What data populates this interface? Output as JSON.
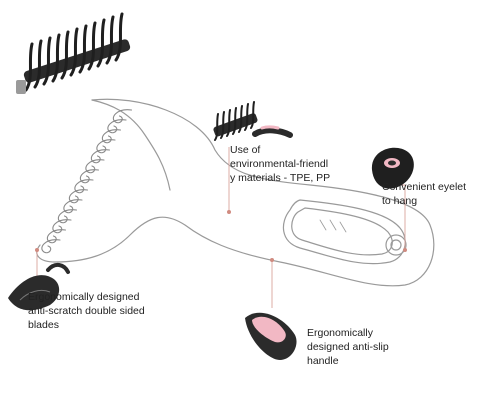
{
  "callouts": {
    "materials": {
      "line1": "Use of",
      "line2": "environmental-friendl",
      "line3": "y materials - TPE, PP"
    },
    "eyelet": {
      "line1": "Convenient eyelet",
      "line2": "to hang"
    },
    "blades": {
      "line1": "Ergonomically designed",
      "line2": "anti-scratch double sided",
      "line3": "blades"
    },
    "handle": {
      "line1": "Ergonomically",
      "line2": "designed anti-slip",
      "line3": "handle"
    }
  },
  "colors": {
    "rubber": "#2b2b2b",
    "pink_accent": "#f2b8c4",
    "sketch_line": "#9a9a9a",
    "leader_line": "#d9a39c"
  },
  "icons": [
    "comb-head-closeup-icon",
    "blade-detail-icon",
    "hang-eyelet-icon",
    "handle-grip-icon",
    "mini-comb-icon"
  ]
}
